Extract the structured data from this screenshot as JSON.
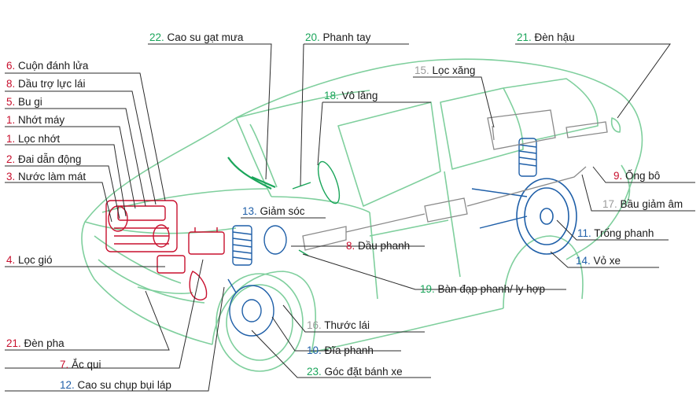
{
  "colors": {
    "red": "#c8102e",
    "green": "#1aa55a",
    "blue": "#1f5fa8",
    "gray": "#9a9a9a",
    "text": "#1a1a1a",
    "car_line": "#7fcf9d"
  },
  "labels": [
    {
      "id": "l6",
      "num": "6.",
      "text": "Cuộn đánh lửa",
      "color": "red"
    },
    {
      "id": "l8a",
      "num": "8.",
      "text": "Dầu trợ lực lái",
      "color": "red"
    },
    {
      "id": "l5",
      "num": "5.",
      "text": "Bu gi",
      "color": "red"
    },
    {
      "id": "l1a",
      "num": "1.",
      "text": "Nhớt máy",
      "color": "red"
    },
    {
      "id": "l1b",
      "num": "1.",
      "text": "Lọc nhớt",
      "color": "red"
    },
    {
      "id": "l2",
      "num": "2.",
      "text": "Đai dẫn động",
      "color": "red"
    },
    {
      "id": "l3",
      "num": "3.",
      "text": "Nước làm mát",
      "color": "red"
    },
    {
      "id": "l4",
      "num": "4.",
      "text": "Lọc gió",
      "color": "red"
    },
    {
      "id": "l21a",
      "num": "21.",
      "text": "Đèn pha",
      "color": "red"
    },
    {
      "id": "l7",
      "num": "7.",
      "text": "Ắc qui",
      "color": "red"
    },
    {
      "id": "l12",
      "num": "12.",
      "text": "Cao su chụp bụi láp",
      "color": "blue"
    },
    {
      "id": "l22",
      "num": "22.",
      "text": "Cao su gạt mưa",
      "color": "green"
    },
    {
      "id": "l20",
      "num": "20.",
      "text": "Phanh tay",
      "color": "green"
    },
    {
      "id": "l21b",
      "num": "21.",
      "text": "Đèn hậu",
      "color": "green"
    },
    {
      "id": "l15",
      "num": "15.",
      "text": "Lọc xăng",
      "color": "gray"
    },
    {
      "id": "l18",
      "num": "18.",
      "text": "Vô lăng",
      "color": "green"
    },
    {
      "id": "l9",
      "num": "9.",
      "text": "Ống bô",
      "color": "red"
    },
    {
      "id": "l17",
      "num": "17.",
      "text": "Bầu giảm âm",
      "color": "gray"
    },
    {
      "id": "l13",
      "num": "13.",
      "text": "Giảm sóc",
      "color": "blue"
    },
    {
      "id": "l11",
      "num": "11.",
      "text": "Trống phanh",
      "color": "blue"
    },
    {
      "id": "l8b",
      "num": "8.",
      "text": "Dầu phanh",
      "color": "red"
    },
    {
      "id": "l14",
      "num": "14.",
      "text": "Vỏ xe",
      "color": "blue"
    },
    {
      "id": "l19",
      "num": "19.",
      "text": "Bàn đạp phanh/ ly hợp",
      "color": "green"
    },
    {
      "id": "l16",
      "num": "16.",
      "text": "Thước lái",
      "color": "gray"
    },
    {
      "id": "l10",
      "num": "10.",
      "text": "Đĩa phanh",
      "color": "blue"
    },
    {
      "id": "l23",
      "num": "23.",
      "text": "Góc đặt bánh xe",
      "color": "green"
    }
  ]
}
